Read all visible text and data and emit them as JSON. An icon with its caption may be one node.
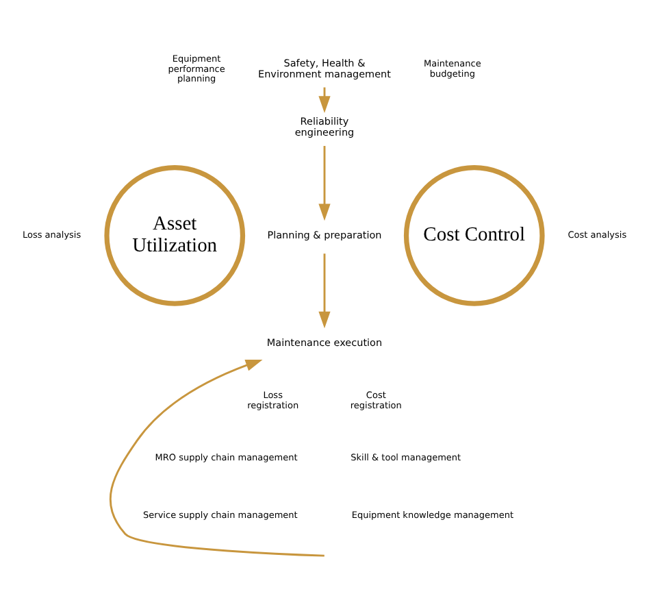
{
  "diagram": {
    "nodes": [
      {
        "text": [
          "Safety, Health & Environment management"
        ]
      },
      {
        "text": [
          "Reliability engineering"
        ]
      },
      {
        "text": [
          "Planning & preparation"
        ]
      },
      {
        "text": [
          "Maintenance execution"
        ]
      },
      {
        "text": [
          "Asset Utilization"
        ]
      },
      {
        "text": [
          "Cost Control"
        ]
      }
    ],
    "edges": [
      {
        "from": 0,
        "to": 1,
        "arrow": "to"
      },
      {
        "from": 1,
        "to": 2,
        "arrow": "to"
      },
      {
        "from": 2,
        "to": 3,
        "arrow": "to"
      },
      {
        "from": null,
        "to": 3,
        "arrow": "to"
      }
    ],
    "labels": [
      "Equipment performance planning",
      "Maintenance budgeting",
      "Loss analysis",
      "Cost analysis",
      "Loss registration",
      "Cost registration",
      "MRO supply chain management",
      "Skill & tool management",
      "Service supply chain management",
      "Equipment knowledge management"
    ]
  }
}
